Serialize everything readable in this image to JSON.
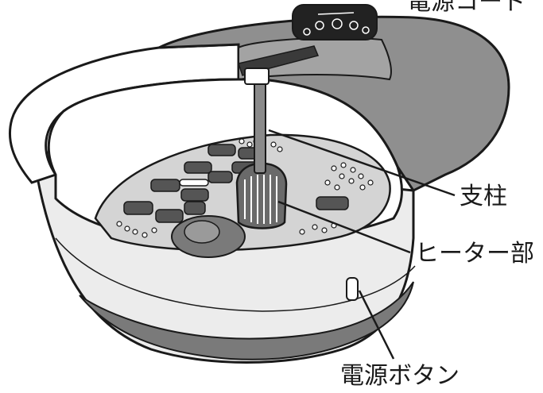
{
  "labels": {
    "power_cord": "電源コード",
    "pillar": "支柱",
    "heater": "ヒーター部",
    "power_button": "電源ボタン"
  },
  "colors": {
    "outline": "#1a1a1a",
    "tub_white": "#ffffff",
    "tub_grey": "#d4d4d4",
    "band_dark": "#7a7a7a",
    "lid_grey": "#8f8f8f",
    "panel_black": "#222222",
    "roller_dark": "#555555"
  },
  "icons": [
    "control-panel-icons",
    "roller-icon",
    "nub-icon"
  ]
}
